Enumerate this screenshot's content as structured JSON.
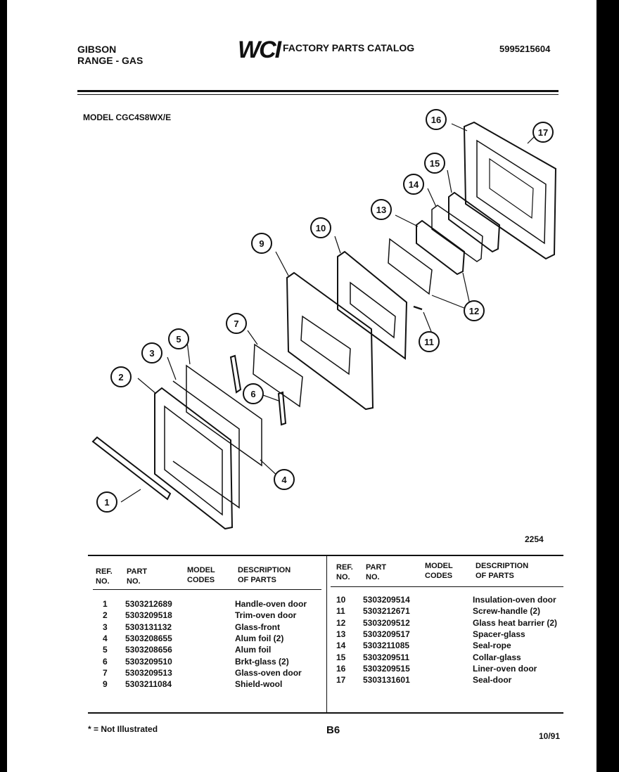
{
  "header": {
    "brand": "GIBSON",
    "product": "RANGE - GAS",
    "logo": "WCI",
    "catalog_title": "FACTORY PARTS CATALOG",
    "catalog_number": "5995215604"
  },
  "model_line": "MODEL CGC4S8WX/E",
  "figure_number": "2254",
  "callouts": [
    "1",
    "2",
    "3",
    "4",
    "5",
    "6",
    "7",
    "9",
    "10",
    "11",
    "12",
    "13",
    "14",
    "15",
    "16",
    "17"
  ],
  "table": {
    "headers": {
      "ref": [
        "REF.",
        "NO."
      ],
      "part": [
        "PART",
        "NO."
      ],
      "model": [
        "MODEL",
        "CODES"
      ],
      "desc": [
        "DESCRIPTION",
        "OF PARTS"
      ]
    },
    "left_rows": [
      {
        "ref": "1",
        "part": "5303212689",
        "desc": "Handle-oven door"
      },
      {
        "ref": "2",
        "part": "5303209518",
        "desc": "Trim-oven door"
      },
      {
        "ref": "3",
        "part": "5303131132",
        "desc": "Glass-front"
      },
      {
        "ref": "4",
        "part": "5303208655",
        "desc": "Alum foil (2)"
      },
      {
        "ref": "5",
        "part": "5303208656",
        "desc": "Alum foil"
      },
      {
        "ref": "6",
        "part": "5303209510",
        "desc": "Brkt-glass (2)"
      },
      {
        "ref": "7",
        "part": "5303209513",
        "desc": "Glass-oven door"
      },
      {
        "ref": "9",
        "part": "5303211084",
        "desc": "Shield-wool"
      }
    ],
    "right_rows": [
      {
        "ref": "10",
        "part": "5303209514",
        "desc": "Insulation-oven door"
      },
      {
        "ref": "11",
        "part": "5303212671",
        "desc": "Screw-handle (2)"
      },
      {
        "ref": "12",
        "part": "5303209512",
        "desc": "Glass heat barrier (2)"
      },
      {
        "ref": "13",
        "part": "5303209517",
        "desc": "Spacer-glass"
      },
      {
        "ref": "14",
        "part": "5303211085",
        "desc": "Seal-rope"
      },
      {
        "ref": "15",
        "part": "5303209511",
        "desc": "Collar-glass"
      },
      {
        "ref": "16",
        "part": "5303209515",
        "desc": "Liner-oven door"
      },
      {
        "ref": "17",
        "part": "5303131601",
        "desc": "Seal-door"
      }
    ]
  },
  "footer": {
    "note": "* = Not Illustrated",
    "page": "B6",
    "date": "10/91"
  }
}
